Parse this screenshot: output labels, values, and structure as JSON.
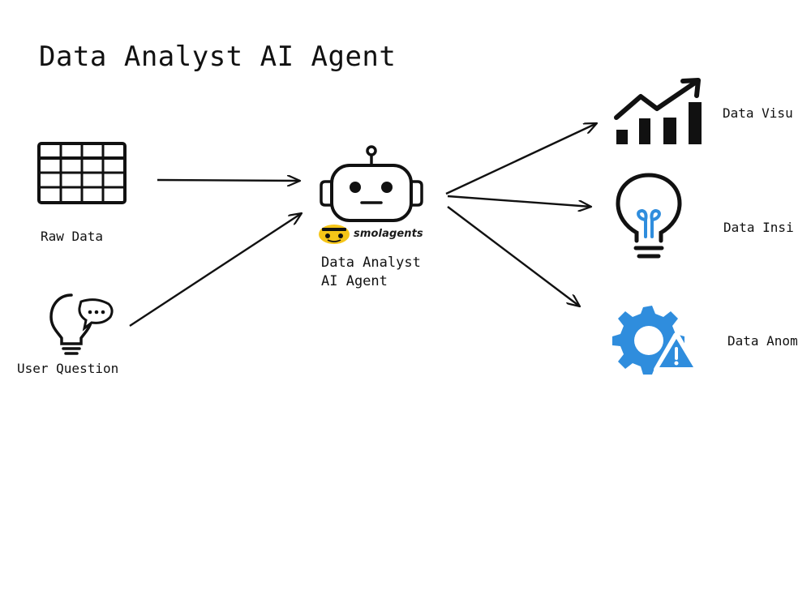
{
  "diagram": {
    "title": "Data Analyst AI Agent",
    "nodes": {
      "raw_data": {
        "label": "Raw Data",
        "icon": "table-icon"
      },
      "user_question": {
        "label": "User Question",
        "icon": "lightbulb-chat-icon"
      },
      "agent": {
        "label_line1": "Data Analyst",
        "label_line2": "AI Agent",
        "icon": "robot-icon",
        "logo_text": "smolagents"
      },
      "visualization": {
        "label": "Data Visu",
        "icon": "trend-chart-icon"
      },
      "insights": {
        "label": "Data Insi",
        "icon": "lightbulb-icon"
      },
      "anomaly": {
        "label": "Data Anom",
        "icon": "gear-warning-icon"
      }
    },
    "edges": [
      {
        "from": "raw_data",
        "to": "agent"
      },
      {
        "from": "user_question",
        "to": "agent"
      },
      {
        "from": "agent",
        "to": "visualization"
      },
      {
        "from": "agent",
        "to": "insights"
      },
      {
        "from": "agent",
        "to": "anomaly"
      }
    ],
    "colors": {
      "ink": "#111111",
      "accent_blue": "#2f8ddd",
      "logo_yellow": "#f5c518"
    }
  }
}
